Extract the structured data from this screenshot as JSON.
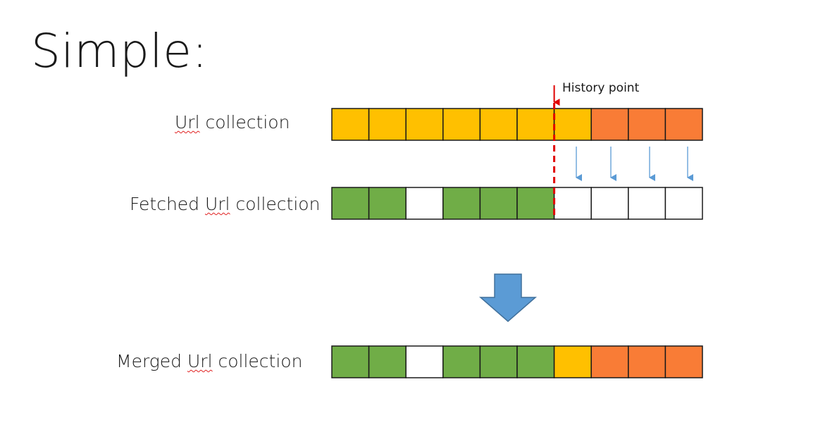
{
  "title": "Simple:",
  "history_point_label": "History point",
  "rows": [
    {
      "label_word": "Url",
      "label_rest": " collection",
      "cells": [
        "orange",
        "orange",
        "orange",
        "orange",
        "orange",
        "orange",
        "orange",
        "red",
        "red",
        "red"
      ]
    },
    {
      "label_pre": "Fetched ",
      "label_word": "Url",
      "label_rest": " collection",
      "cells": [
        "green",
        "green",
        "empty",
        "green",
        "green",
        "green",
        "empty",
        "empty",
        "empty",
        "empty"
      ]
    },
    {
      "label_pre": "Merged ",
      "label_word": "Url",
      "label_rest": " collection",
      "cells": [
        "green",
        "green",
        "empty",
        "green",
        "green",
        "green",
        "orange",
        "red",
        "red",
        "red"
      ]
    }
  ],
  "history_point_after_cell": 6,
  "copy_arrow_cells": [
    7,
    8,
    9,
    10
  ],
  "colors": {
    "orange": "#ffc000",
    "red": "#f97c36",
    "green": "#70ad47",
    "empty": "#ffffff",
    "cell_border": "#1a1a1a",
    "history_line": "#e00000",
    "copy_arrow": "#5b9bd5",
    "merge_arrow_fill": "#5b9bd5",
    "merge_arrow_stroke": "#41719c"
  }
}
